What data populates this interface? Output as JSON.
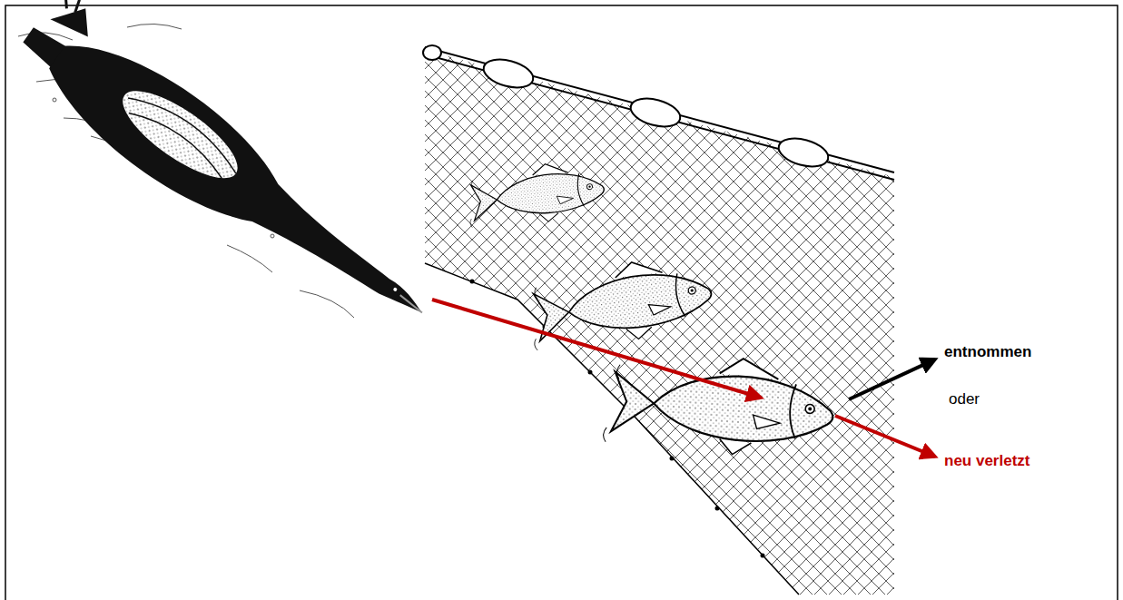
{
  "diagram": {
    "labels": [
      "entnommen",
      "oder",
      "neu verletzt"
    ]
  }
}
